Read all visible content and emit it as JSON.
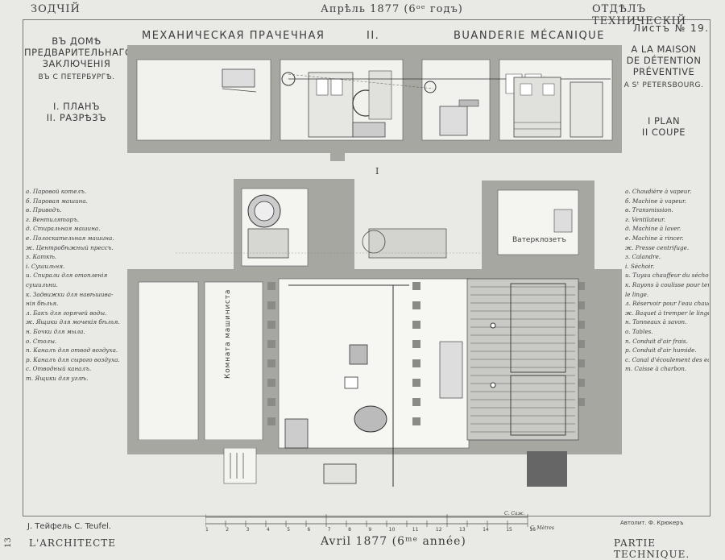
{
  "header": {
    "left": "ЗОДЧІЙ",
    "center": "Апрѣль 1877 (6ᵒᵉ годъ)",
    "right": "ОТДѢЛЪ ТЕХНИЧЕСКІЙ"
  },
  "titles": {
    "ru": "МЕХАНИЧЕСКАЯ ПРАЧЕЧНАЯ",
    "num": "II.",
    "fr": "BUANDERIE MÉCANIQUE",
    "sheet": "Листъ № 19.",
    "section_mark": "I",
    "fr_plan": "I PLAN",
    "fr_coupe": "II COUPE"
  },
  "left_block": {
    "lines": [
      "ВЪ ДОМѢ",
      "ПРЕДВАРИТЕЛЬНАГО",
      "ЗАКЛЮЧЕНІЯ",
      "ВЪ С ПЕТЕРБУРГѢ."
    ],
    "plan": "I. ПЛАНЪ",
    "cut": "II. РАЗРѢЗЪ"
  },
  "right_block": {
    "lines": [
      "A LA MAISON",
      "DE DÉTENTION",
      "PRÉVENTIVE",
      "A Sᵗ PETERSBOURG."
    ]
  },
  "legend_ru": [
    "а. Паровой котелъ.",
    "б. Паровая машина.",
    "в. Приводъ.",
    "г. Вентиляторъ.",
    "д. Стиральная машина.",
    "е. Полоскательная машина.",
    "ж. Центробѣжный прессъ.",
    "з. Каткѣ.",
    "і. Сушильня.",
    "и. Спирали для отопленія",
    "    сушильни.",
    "к. Задвижки для навѣшива-",
    "    нія бѣлья.",
    "л. Бакъ для горячей воды.",
    "ж. Ящики для мочекія бѣлья.",
    "н. Бочки для мыла.",
    "о. Столы.",
    "п. Каналъ для отвод воздуха.",
    "р. Каналъ для сырого воздуха.",
    "с. Отводный каналъ.",
    "т. Ящики для углѣ."
  ],
  "legend_fr": [
    "a. Chaudière à vapeur.",
    "б. Machine à vapeur.",
    "в. Transmission.",
    "г. Ventilateur.",
    "д. Machine à laver.",
    "е. Machine à rincer.",
    "ж. Presse centrifuge.",
    "з. Calandre.",
    "і. Séchoir.",
    "и. Tuyau chauffeur du séchoir.",
    "к. Rayons à coulisse pour tendre",
    "    le linge.",
    "л. Réservoir pour l'eau chaude.",
    "ж. Baquet à tremper le linge.",
    "н. Tonneaux à savon.",
    "о. Tables.",
    "п. Conduit d'air frais.",
    "р. Conduit d'air humide.",
    "с. Canal d'écoulement des eaux.",
    "т. Caisse à charbon."
  ],
  "plan_labels": {
    "machine_room": "Комната машиниста",
    "wc": "Ватерклозетъ"
  },
  "scale": {
    "ticks": [
      "1",
      "2",
      "3",
      "4",
      "5",
      "6",
      "7",
      "8",
      "9",
      "10",
      "11",
      "12",
      "13",
      "14",
      "15",
      "16"
    ],
    "sajen": "С. Саж.",
    "meters": "С. Mètres"
  },
  "footer": {
    "authors": "J. Тейфель  C. Teufel.",
    "left": "L'ARCHITECTE",
    "center": "Avril 1877 (6ᵐᵉ année)",
    "right": "PARTIE TECHNIQUE.",
    "litho": "Автолит. Ф. Крюкеръ",
    "margin_num": "13"
  },
  "colors": {
    "paper": "#e9e9e5",
    "wall": "#a7a7a2",
    "wall_dark": "#7b7b77",
    "ink": "#3a3a3a"
  }
}
